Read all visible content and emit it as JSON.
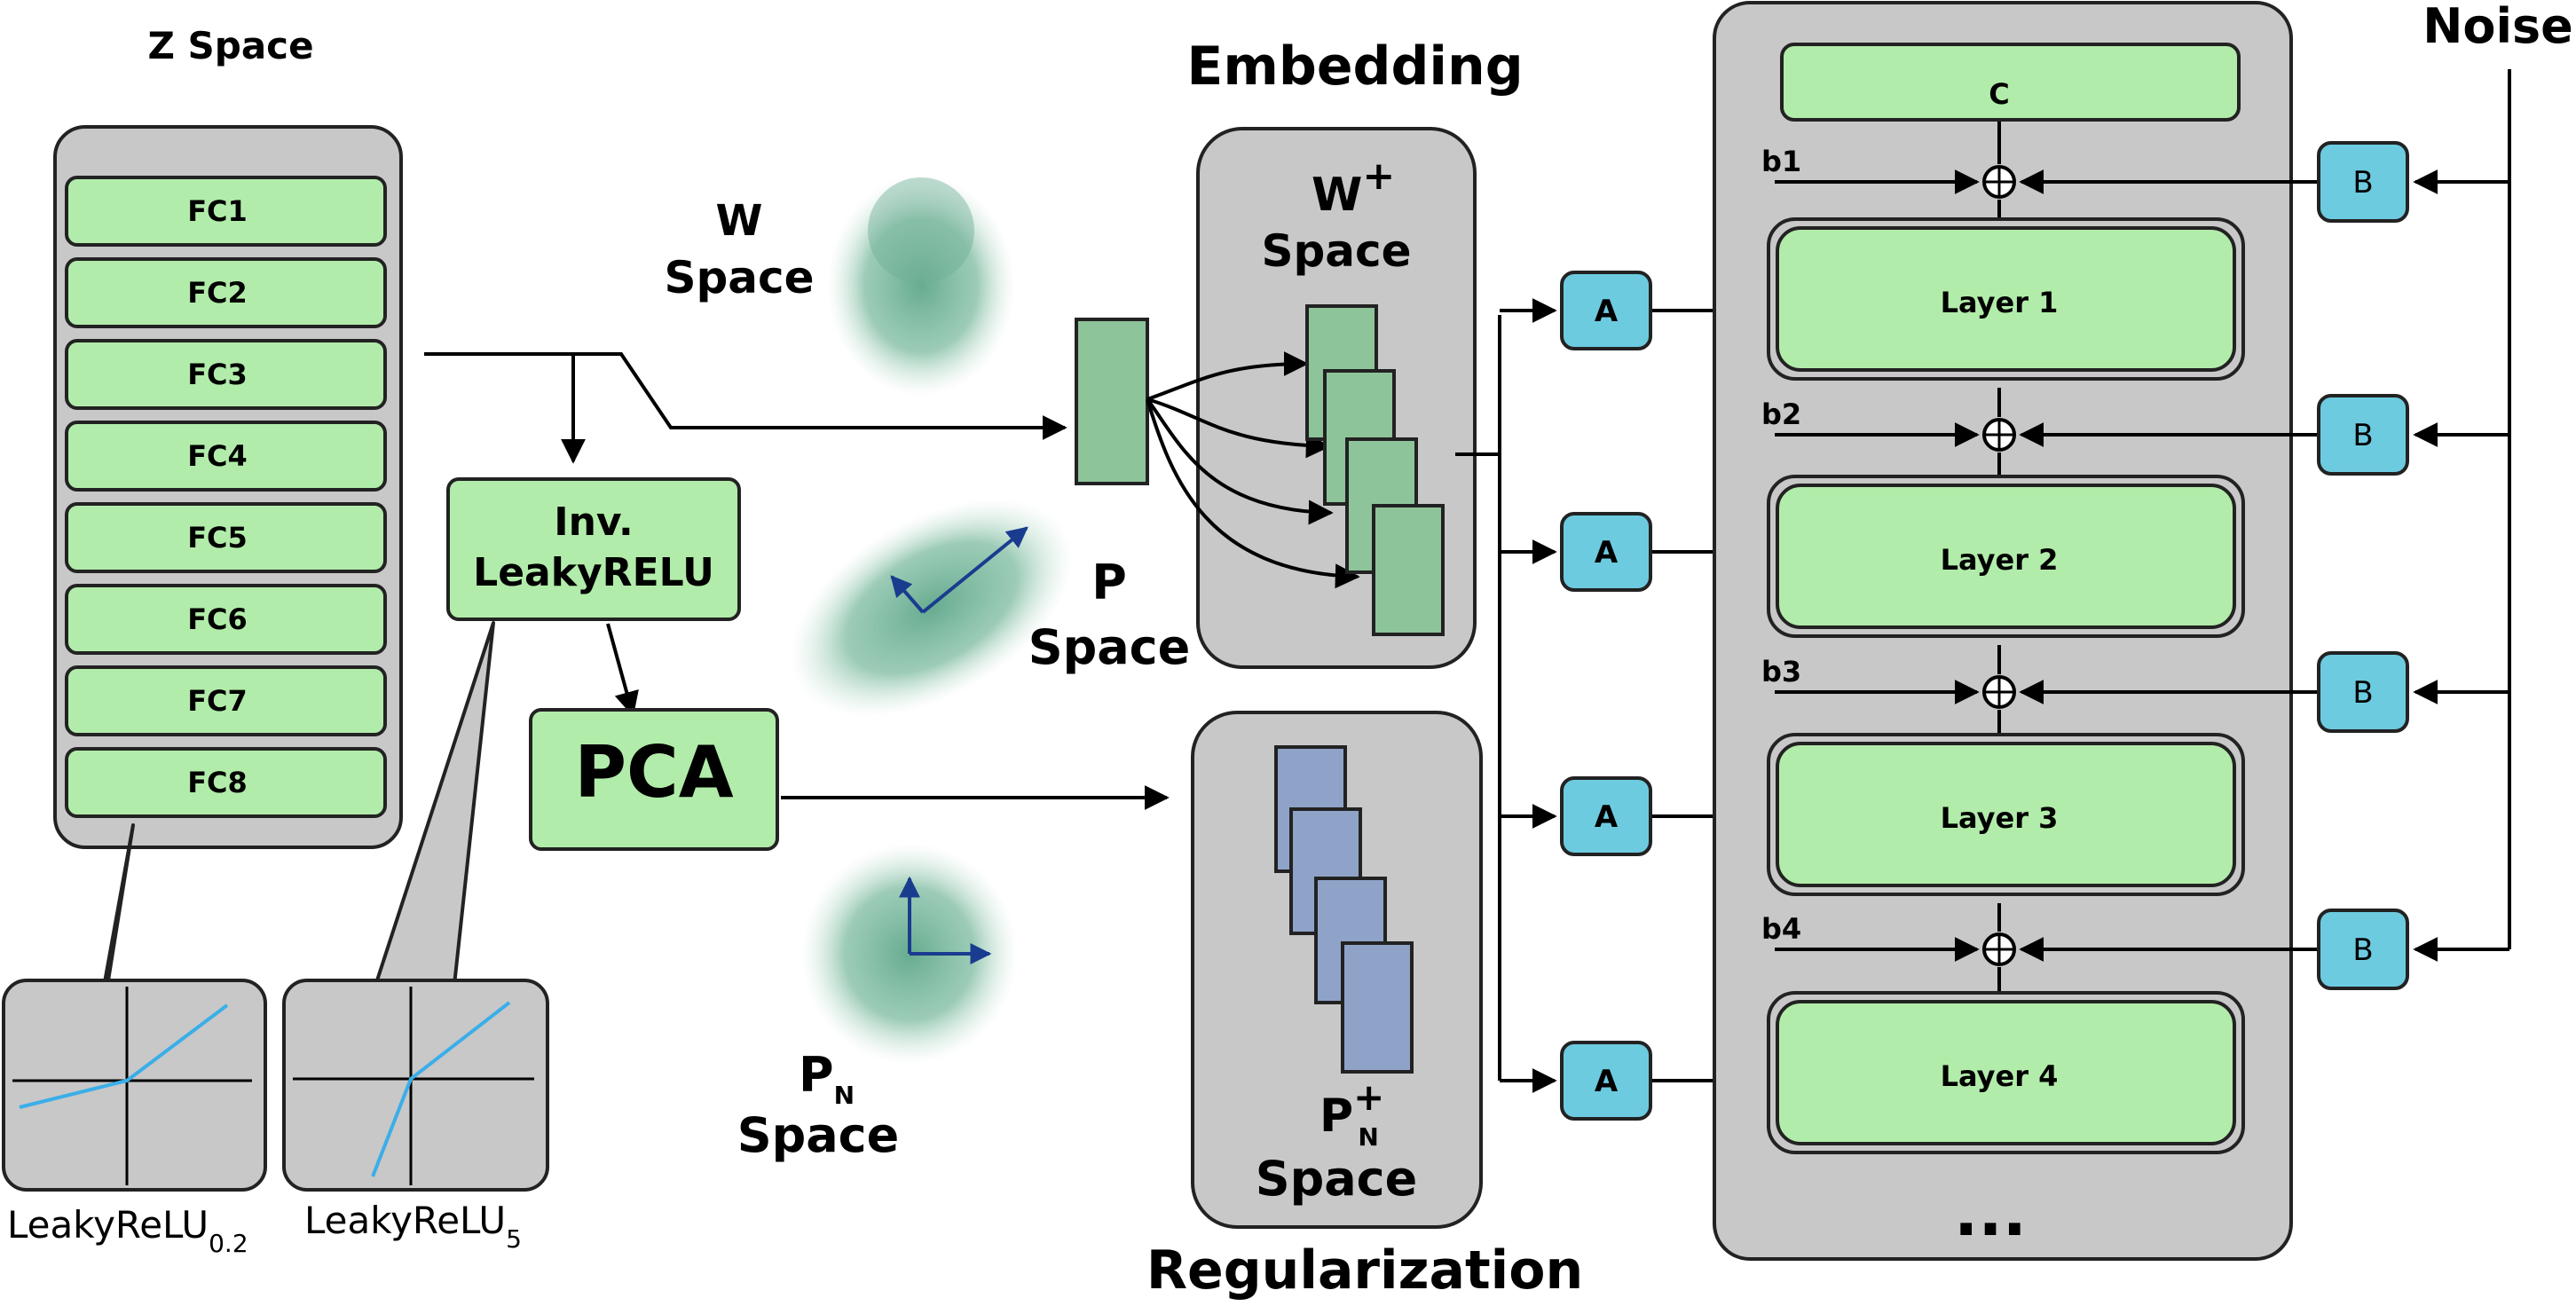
{
  "z_space": {
    "title": "Z Space",
    "layers": [
      "FC1",
      "FC2",
      "FC3",
      "FC4",
      "FC5",
      "FC6",
      "FC7",
      "FC8"
    ]
  },
  "inv_leaky": {
    "line1": "Inv.",
    "line2": "LeakyRELU"
  },
  "pca": {
    "label": "PCA"
  },
  "w_space": {
    "line1": "W",
    "line2": "Space"
  },
  "p_space": {
    "line1": "P",
    "line2": "Space"
  },
  "pn_space": {
    "base": "P",
    "sub": "N",
    "line2": "Space"
  },
  "embedding": {
    "title": "Embedding",
    "base": "W",
    "sup": "+",
    "line2": "Space"
  },
  "regularization": {
    "title": "Regularization",
    "base": "P",
    "sub": "N",
    "sup": "+",
    "line2": "Space"
  },
  "leaky_plots": [
    {
      "label": "LeakyReLU",
      "sub": "0.2"
    },
    {
      "label": "LeakyReLU",
      "sub": "5"
    }
  ],
  "synthesis": {
    "const_label": "C",
    "layers": [
      "Layer 1",
      "Layer 2",
      "Layer 3",
      "Layer 4"
    ],
    "biases": [
      "b1",
      "b2",
      "b3",
      "b4"
    ],
    "affine_label": "A",
    "noise_label": "B",
    "ellipsis": "..."
  },
  "noise": {
    "title": "Noise"
  },
  "colors": {
    "green_fill": "#b2ecaa",
    "dark_green": "#8ec49a",
    "gray_panel": "#c8c8c8",
    "cyan": "#6dcbe0",
    "blue_latent": "#8fa3c8",
    "plot_line": "#3aaee9",
    "arrow_blue": "#1a3c8f"
  }
}
